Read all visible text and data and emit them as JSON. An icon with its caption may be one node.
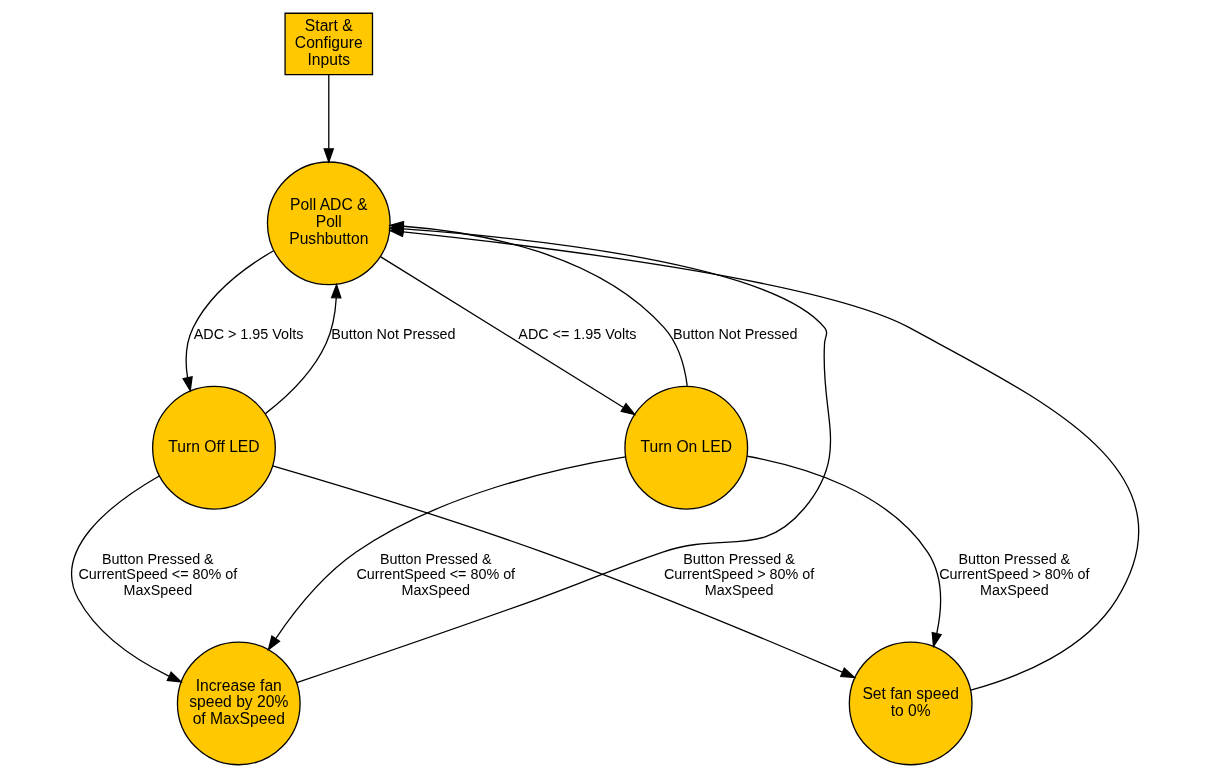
{
  "diagram": {
    "nodes": [
      {
        "text": [
          "Start & Configure Inputs"
        ]
      },
      {
        "text": [
          "Poll ADC & Poll Pushbutton"
        ]
      },
      {
        "text": [
          "Turn Off LED"
        ]
      },
      {
        "text": [
          "Turn On LED"
        ]
      },
      {
        "text": [
          "Increase fan speed by 20% of MaxSpeed"
        ]
      },
      {
        "text": [
          "Set fan speed to 0%"
        ]
      }
    ],
    "edges": [
      {
        "from": 0,
        "to": 1,
        "arrow": "to"
      },
      {
        "from": 1,
        "to": 2,
        "arrow": "to",
        "label": "ADC > 1.95 Volts"
      },
      {
        "from": 1,
        "to": 3,
        "arrow": "to",
        "label": "ADC <= 1.95 Volts"
      },
      {
        "from": 2,
        "to": 1,
        "arrow": "to",
        "label": "Button Not Pressed"
      },
      {
        "from": 3,
        "to": 1,
        "arrow": "to",
        "label": "Button Not Pressed"
      },
      {
        "from": 2,
        "to": 4,
        "arrow": "to",
        "label": "Button Pressed & CurrentSpeed <= 80% of MaxSpeed"
      },
      {
        "from": 2,
        "to": 5,
        "arrow": "to",
        "label": "Button Pressed & CurrentSpeed > 80% of MaxSpeed"
      },
      {
        "from": 3,
        "to": 4,
        "arrow": "to",
        "label": "Button Pressed & CurrentSpeed <= 80% of MaxSpeed"
      },
      {
        "from": 3,
        "to": 5,
        "arrow": "to",
        "label": "Button Pressed & CurrentSpeed > 80% of MaxSpeed"
      },
      {
        "from": 4,
        "to": 1,
        "arrow": "to"
      },
      {
        "from": 5,
        "to": 1,
        "arrow": "to"
      }
    ]
  }
}
